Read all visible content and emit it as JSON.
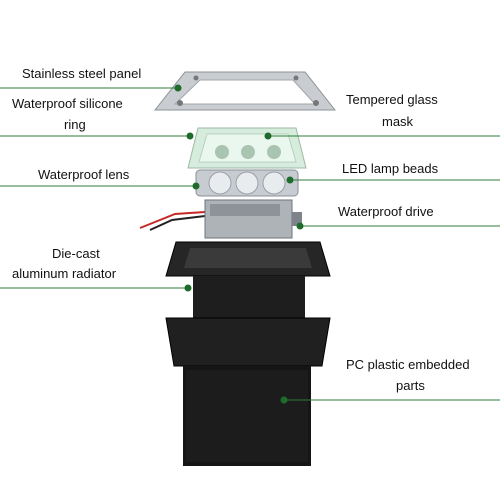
{
  "labels": {
    "stainless_steel_panel": "Stainless steel panel",
    "silicone_ring_line1": "Waterproof silicone",
    "silicone_ring_line2": "ring",
    "waterproof_lens": "Waterproof lens",
    "die_cast_line1": "Die-cast",
    "die_cast_line2": "aluminum radiator",
    "tempered_glass_line1": "Tempered glass",
    "tempered_glass_line2": "mask",
    "led_lamp_beads": "LED lamp beads",
    "waterproof_drive": "Waterproof drive",
    "pc_plastic_line1": "PC plastic embedded",
    "pc_plastic_line2": "parts"
  },
  "colors": {
    "leader_line": "#2e7d3a",
    "leader_dot": "#1f6b2b",
    "steel": "#c8ccd0",
    "glass": "#d8efe0",
    "black_part": "#1b1b1b",
    "driver": "#aeb3b8"
  }
}
